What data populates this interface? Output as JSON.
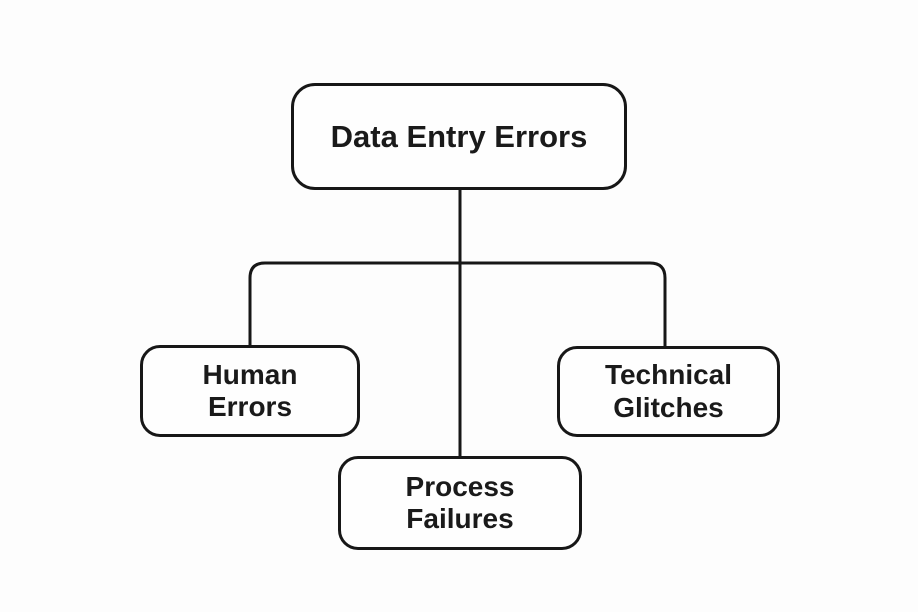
{
  "diagram": {
    "root": {
      "label": "Data Entry Errors"
    },
    "children": [
      {
        "label": "Human Errors"
      },
      {
        "label": "Process Failures"
      },
      {
        "label": "Technical Glitches"
      }
    ]
  },
  "colors": {
    "background": "#fdfdfd",
    "box_fill": "#fefefe",
    "line_stroke": "#171717",
    "text": "#1a1a1a"
  }
}
